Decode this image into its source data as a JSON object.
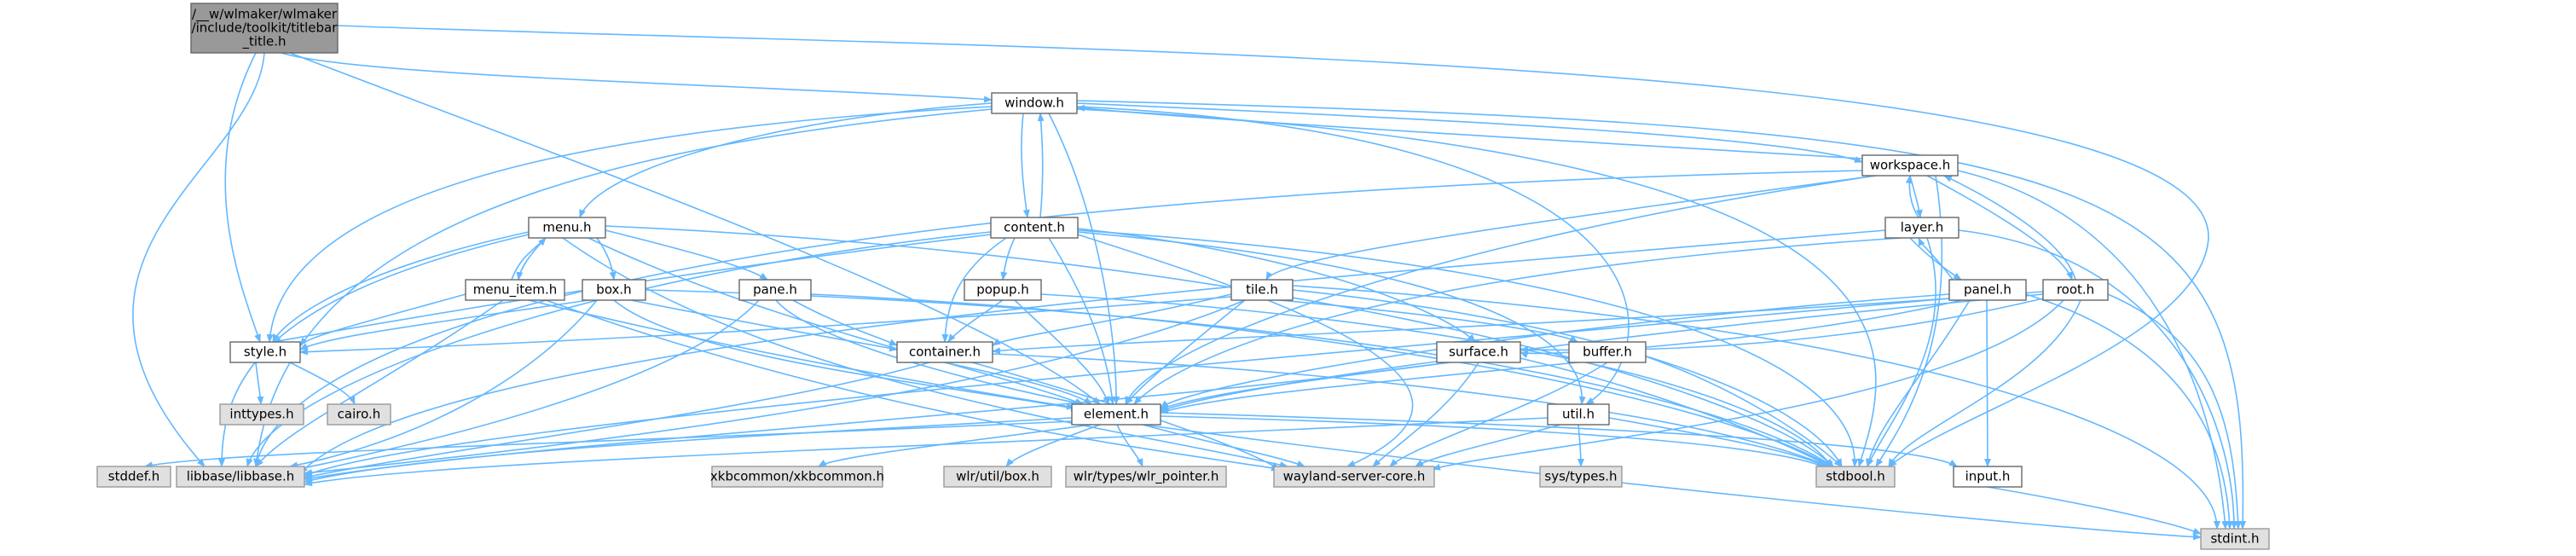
{
  "diagram": {
    "type": "include-dependency-graph",
    "colors": {
      "edge": "#63b8ff",
      "root_fill": "#999999",
      "node_fill": "#ffffff",
      "external_fill": "#e0e0e0",
      "border": "#666666"
    },
    "root": {
      "id": "titlebar_title",
      "lines": [
        "/__w/wlmaker/wlmaker",
        "/include/toolkit/titlebar",
        "_title.h"
      ]
    },
    "nodes": [
      {
        "id": "window",
        "label": "window.h"
      },
      {
        "id": "workspace",
        "label": "workspace.h"
      },
      {
        "id": "menu",
        "label": "menu.h"
      },
      {
        "id": "content",
        "label": "content.h"
      },
      {
        "id": "layer",
        "label": "layer.h"
      },
      {
        "id": "menu_item",
        "label": "menu_item.h"
      },
      {
        "id": "box",
        "label": "box.h"
      },
      {
        "id": "pane",
        "label": "pane.h"
      },
      {
        "id": "popup",
        "label": "popup.h"
      },
      {
        "id": "tile",
        "label": "tile.h"
      },
      {
        "id": "panel",
        "label": "panel.h"
      },
      {
        "id": "root_h",
        "label": "root.h"
      },
      {
        "id": "style",
        "label": "style.h"
      },
      {
        "id": "container",
        "label": "container.h"
      },
      {
        "id": "surface",
        "label": "surface.h"
      },
      {
        "id": "buffer",
        "label": "buffer.h"
      },
      {
        "id": "element",
        "label": "element.h"
      },
      {
        "id": "util",
        "label": "util.h"
      },
      {
        "id": "input",
        "label": "input.h"
      }
    ],
    "external": [
      {
        "id": "inttypes",
        "label": "inttypes.h"
      },
      {
        "id": "cairo",
        "label": "cairo.h"
      },
      {
        "id": "stddef",
        "label": "stddef.h"
      },
      {
        "id": "libbase",
        "label": "libbase/libbase.h"
      },
      {
        "id": "xkbcommon",
        "label": "xkbcommon/xkbcommon.h"
      },
      {
        "id": "wlrbox",
        "label": "wlr/util/box.h"
      },
      {
        "id": "wlrpointer",
        "label": "wlr/types/wlr_pointer.h"
      },
      {
        "id": "wayland",
        "label": "wayland-server-core.h"
      },
      {
        "id": "systypes",
        "label": "sys/types.h"
      },
      {
        "id": "stdbool",
        "label": "stdbool.h"
      },
      {
        "id": "stdint",
        "label": "stdint.h"
      }
    ]
  }
}
